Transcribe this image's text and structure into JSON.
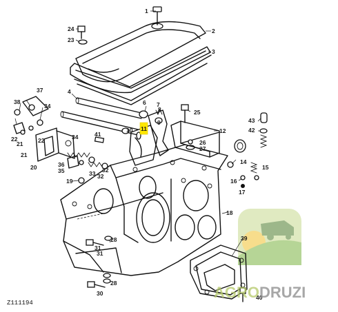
{
  "figure_code": "Z111194",
  "callouts": [
    {
      "label": "1"
    },
    {
      "label": "2"
    },
    {
      "label": "3"
    },
    {
      "label": "4"
    },
    {
      "label": "6"
    },
    {
      "label": "7"
    },
    {
      "label": "8"
    },
    {
      "label": "9"
    },
    {
      "label": "10"
    },
    {
      "label": "11",
      "highlighted": true
    },
    {
      "label": "12"
    },
    {
      "label": "14"
    },
    {
      "label": "15"
    },
    {
      "label": "16"
    },
    {
      "label": "17"
    },
    {
      "label": "18"
    },
    {
      "label": "19"
    },
    {
      "label": "20"
    },
    {
      "label": "21"
    },
    {
      "label": "22"
    },
    {
      "label": "23"
    },
    {
      "label": "24"
    },
    {
      "label": "25"
    },
    {
      "label": "26"
    },
    {
      "label": "27"
    },
    {
      "label": "28"
    },
    {
      "label": "30"
    },
    {
      "label": "31"
    },
    {
      "label": "32"
    },
    {
      "label": "33"
    },
    {
      "label": "34"
    },
    {
      "label": "35"
    },
    {
      "label": "36"
    },
    {
      "label": "37"
    },
    {
      "label": "38"
    },
    {
      "label": "39"
    },
    {
      "label": "40"
    },
    {
      "label": "41"
    },
    {
      "label": "42"
    },
    {
      "label": "43"
    }
  ],
  "watermark": {
    "text_part1": "AGRO",
    "text_part2": "DRUZI",
    "color_part1": "#b5c96a",
    "color_part2": "#8a8a8a",
    "logo_colors": {
      "sun": "#f2c230",
      "field": "#7cb342",
      "harvester": "#4e7d2c"
    }
  },
  "highlight_color": "#ffe800",
  "line_color": "#111111"
}
